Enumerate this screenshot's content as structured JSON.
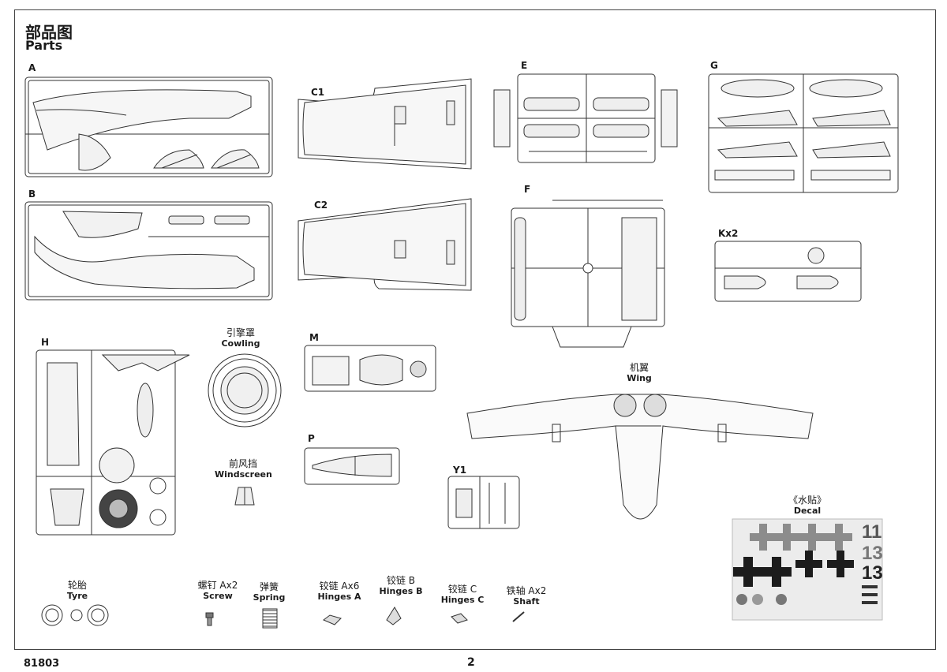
{
  "header": {
    "title_cn": "部品图",
    "title_en": "Parts"
  },
  "sprues": {
    "A": "A",
    "B": "B",
    "C1": "C1",
    "C2": "C2",
    "E": "E",
    "F": "F",
    "G": "G",
    "K": "Kx2",
    "H": "H",
    "M": "M",
    "P": "P",
    "Y1": "Y1"
  },
  "captions": {
    "cowling": {
      "cn": "引擎罩",
      "en": "Cowling"
    },
    "windscreen": {
      "cn": "前风挡",
      "en": "Windscreen"
    },
    "wing": {
      "cn": "机翼",
      "en": "Wing"
    },
    "decal": {
      "cn": "《水贴》",
      "en": "Decal"
    },
    "tyre": {
      "cn": "轮胎",
      "en": "Tyre"
    },
    "screw": {
      "cn": "螺钉 Ax2",
      "en": "Screw"
    },
    "spring": {
      "cn": "弹簧",
      "en": "Spring"
    },
    "hinges_a": {
      "cn": "铰链 Ax6",
      "en": "Hinges A"
    },
    "hinges_b": {
      "cn": "铰链 B",
      "en": "Hinges B"
    },
    "hinges_c": {
      "cn": "铰链 C",
      "en": "Hinges C"
    },
    "shaft": {
      "cn": "铁轴 Ax2",
      "en": "Shaft"
    }
  },
  "decal_sheet": {
    "numbers": [
      "11",
      "13",
      "13"
    ]
  },
  "footer": {
    "code": "81803",
    "page": "2"
  }
}
